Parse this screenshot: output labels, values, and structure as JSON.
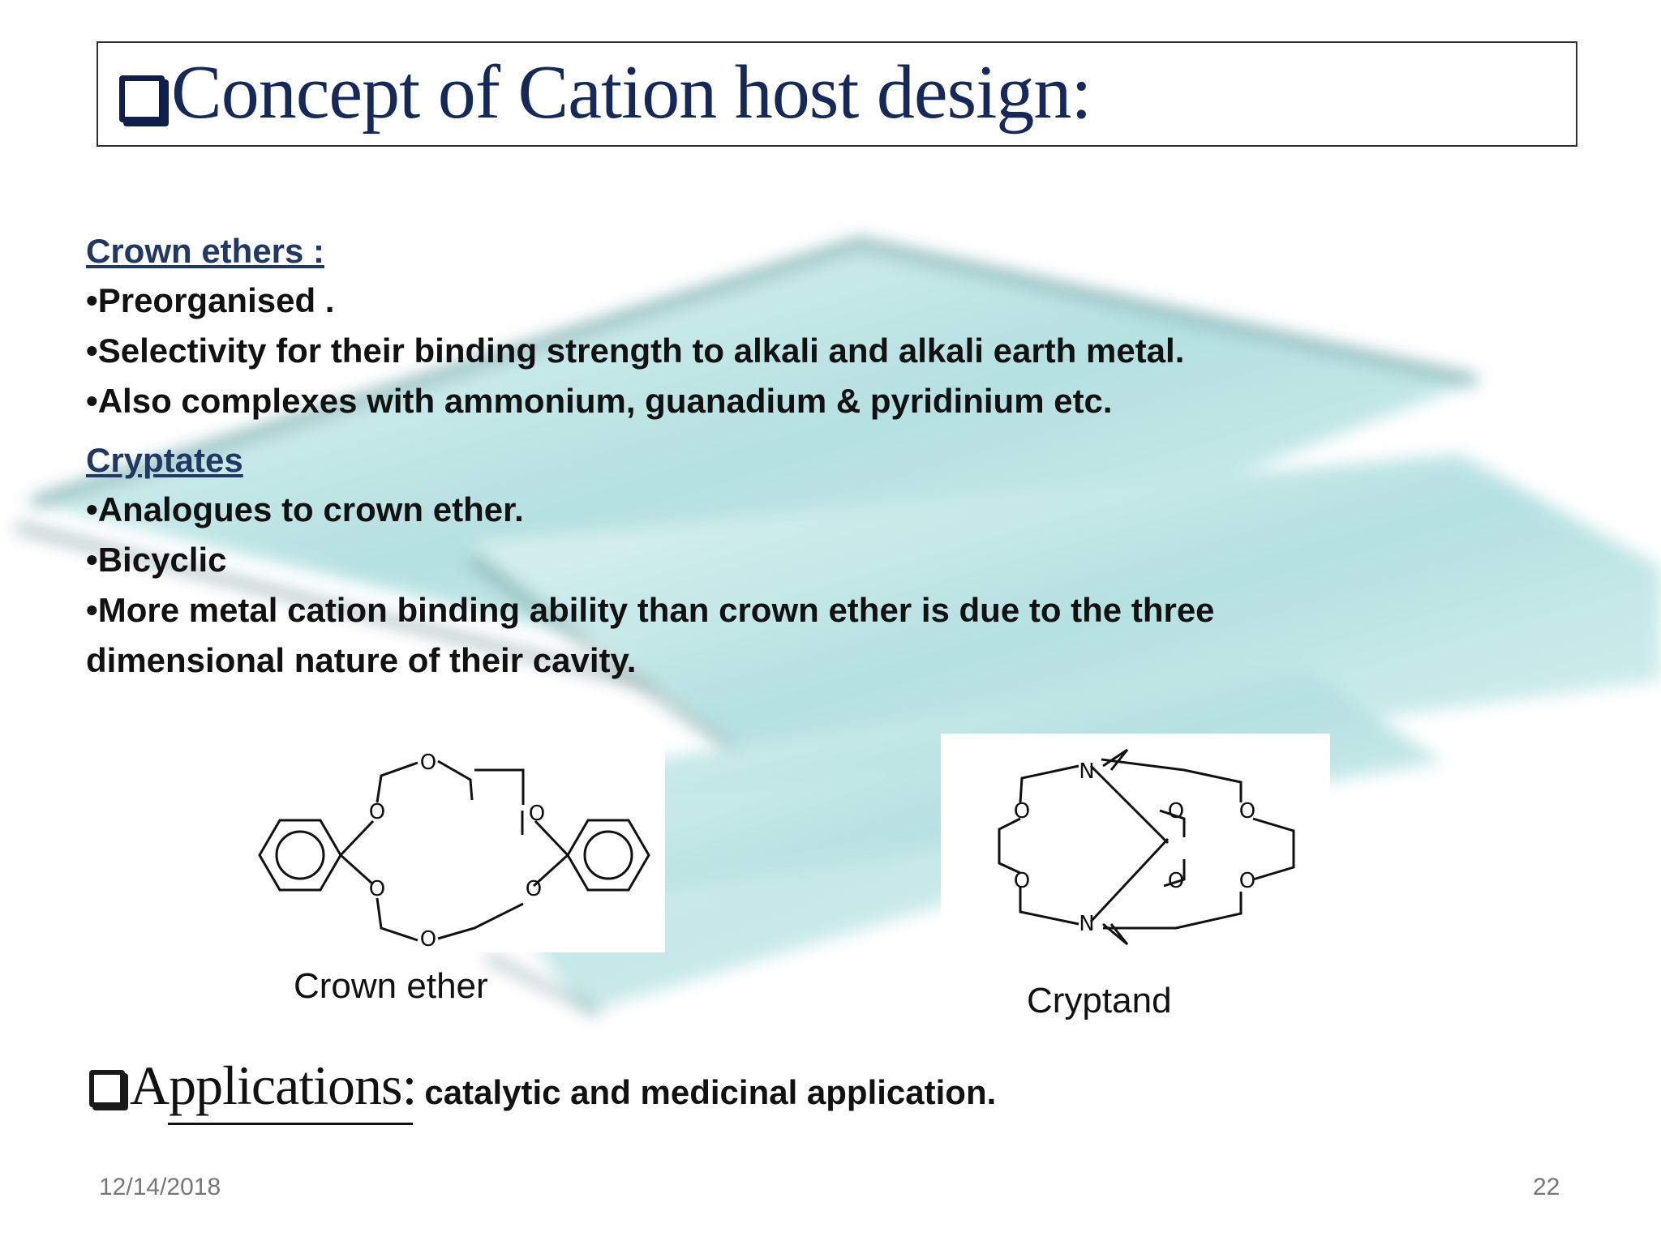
{
  "slide": {
    "title": "Concept of Cation host design:",
    "sections": [
      {
        "heading": "Crown ethers :",
        "bullets": [
          "•Preorganised .",
          "•Selectivity for their binding strength to alkali and alkali earth metal.",
          "•Also complexes with ammonium, guanadium & pyridinium etc."
        ]
      },
      {
        "heading": "Cryptates",
        "bullets": [
          "•Analogues to crown ether.",
          "•Bicyclic",
          "•More metal cation binding ability than crown ether is due to the three",
          "dimensional nature of their cavity."
        ]
      }
    ],
    "figures": {
      "crown_ether": {
        "caption": "Crown ether",
        "oxygen_label": "O"
      },
      "cryptand": {
        "caption": "Cryptand",
        "oxygen_label": "O",
        "nitrogen_label": "N"
      }
    },
    "applications": {
      "label": "Applications:",
      "text": "catalytic and medicinal application."
    },
    "footer": {
      "date": "12/14/2018",
      "page_number": "22"
    },
    "colors": {
      "title": "#14285a",
      "heading": "#1f3864",
      "body": "#111111",
      "glass": "#9fd8d8"
    }
  }
}
